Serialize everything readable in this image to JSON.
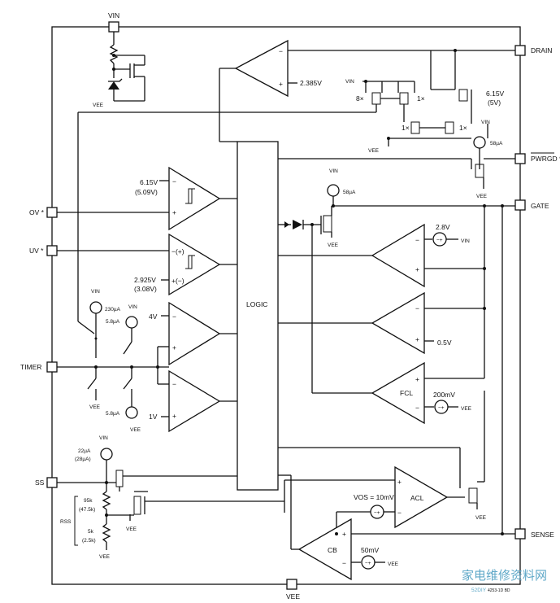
{
  "pins": {
    "vin": "VIN",
    "drain": "DRAIN",
    "pwrgd": "PWRGD *",
    "gate": "GATE",
    "sense": "SENSE",
    "ov": "OV *",
    "uv": "UV *",
    "timer": "TIMER",
    "ss": "SS",
    "vee": "VEE"
  },
  "logic": {
    "label": "LOGIC"
  },
  "labels": {
    "vee_clamp": "VEE",
    "ref_2385": "2.385V",
    "vin_mirror": "VIN",
    "mult_8x": "8×",
    "mult_1x_top": "1×",
    "mult_1x_left": "1×",
    "mult_1x_right": "1×",
    "ref_615": "6.15V",
    "ref_5v": "(5V)",
    "vee_mirror": "VEE",
    "vin_58a": "VIN",
    "cur_58_top": "58µA",
    "vee_pwrgd": "VEE",
    "ov_ref": "6.15V",
    "ov_ref_alt": "(5.09V)",
    "uv_minus": "−(+)",
    "uv_plus": "+(−)",
    "uv_ref": "2.925V",
    "uv_ref_alt": "(3.08V)",
    "vin_230": "VIN",
    "cur_230": "230µA",
    "vin_58_top": "VIN",
    "cur_58_timer_top": "5.8µA",
    "vee_timer_1": "VEE",
    "cur_58_timer_bottom": "5.8µA",
    "vee_timer_2": "VEE",
    "ref_4v": "4V",
    "ref_1v": "1V",
    "vin_gate": "VIN",
    "cur_58_gate": "58µA",
    "vee_gate": "VEE",
    "ref_28v": "2.8V",
    "vin_28v": "VIN",
    "ref_05v": "0.5V",
    "fcl": "FCL",
    "ref_200mv": "200mV",
    "vee_fcl": "VEE",
    "vin_ss": "VIN",
    "cur_22": "22µA",
    "cur_28": "(28µA)",
    "r95k": "95k",
    "r47k": "(47.5k)",
    "r5k": "5k",
    "r25k": "(2.5k)",
    "vee_ss": "VEE",
    "rss": "RSS",
    "vee_ss_fet": "VEE",
    "acl": "ACL",
    "vee_acl": "VEE",
    "vos": "VOS = 10mV",
    "cb": "CB",
    "ref_50mv": "50mV",
    "vee_cb": "VEE"
  },
  "watermark": {
    "main": "家电维修资料网",
    "url": "52DIY"
  },
  "figure_id": "4253-1D BD"
}
